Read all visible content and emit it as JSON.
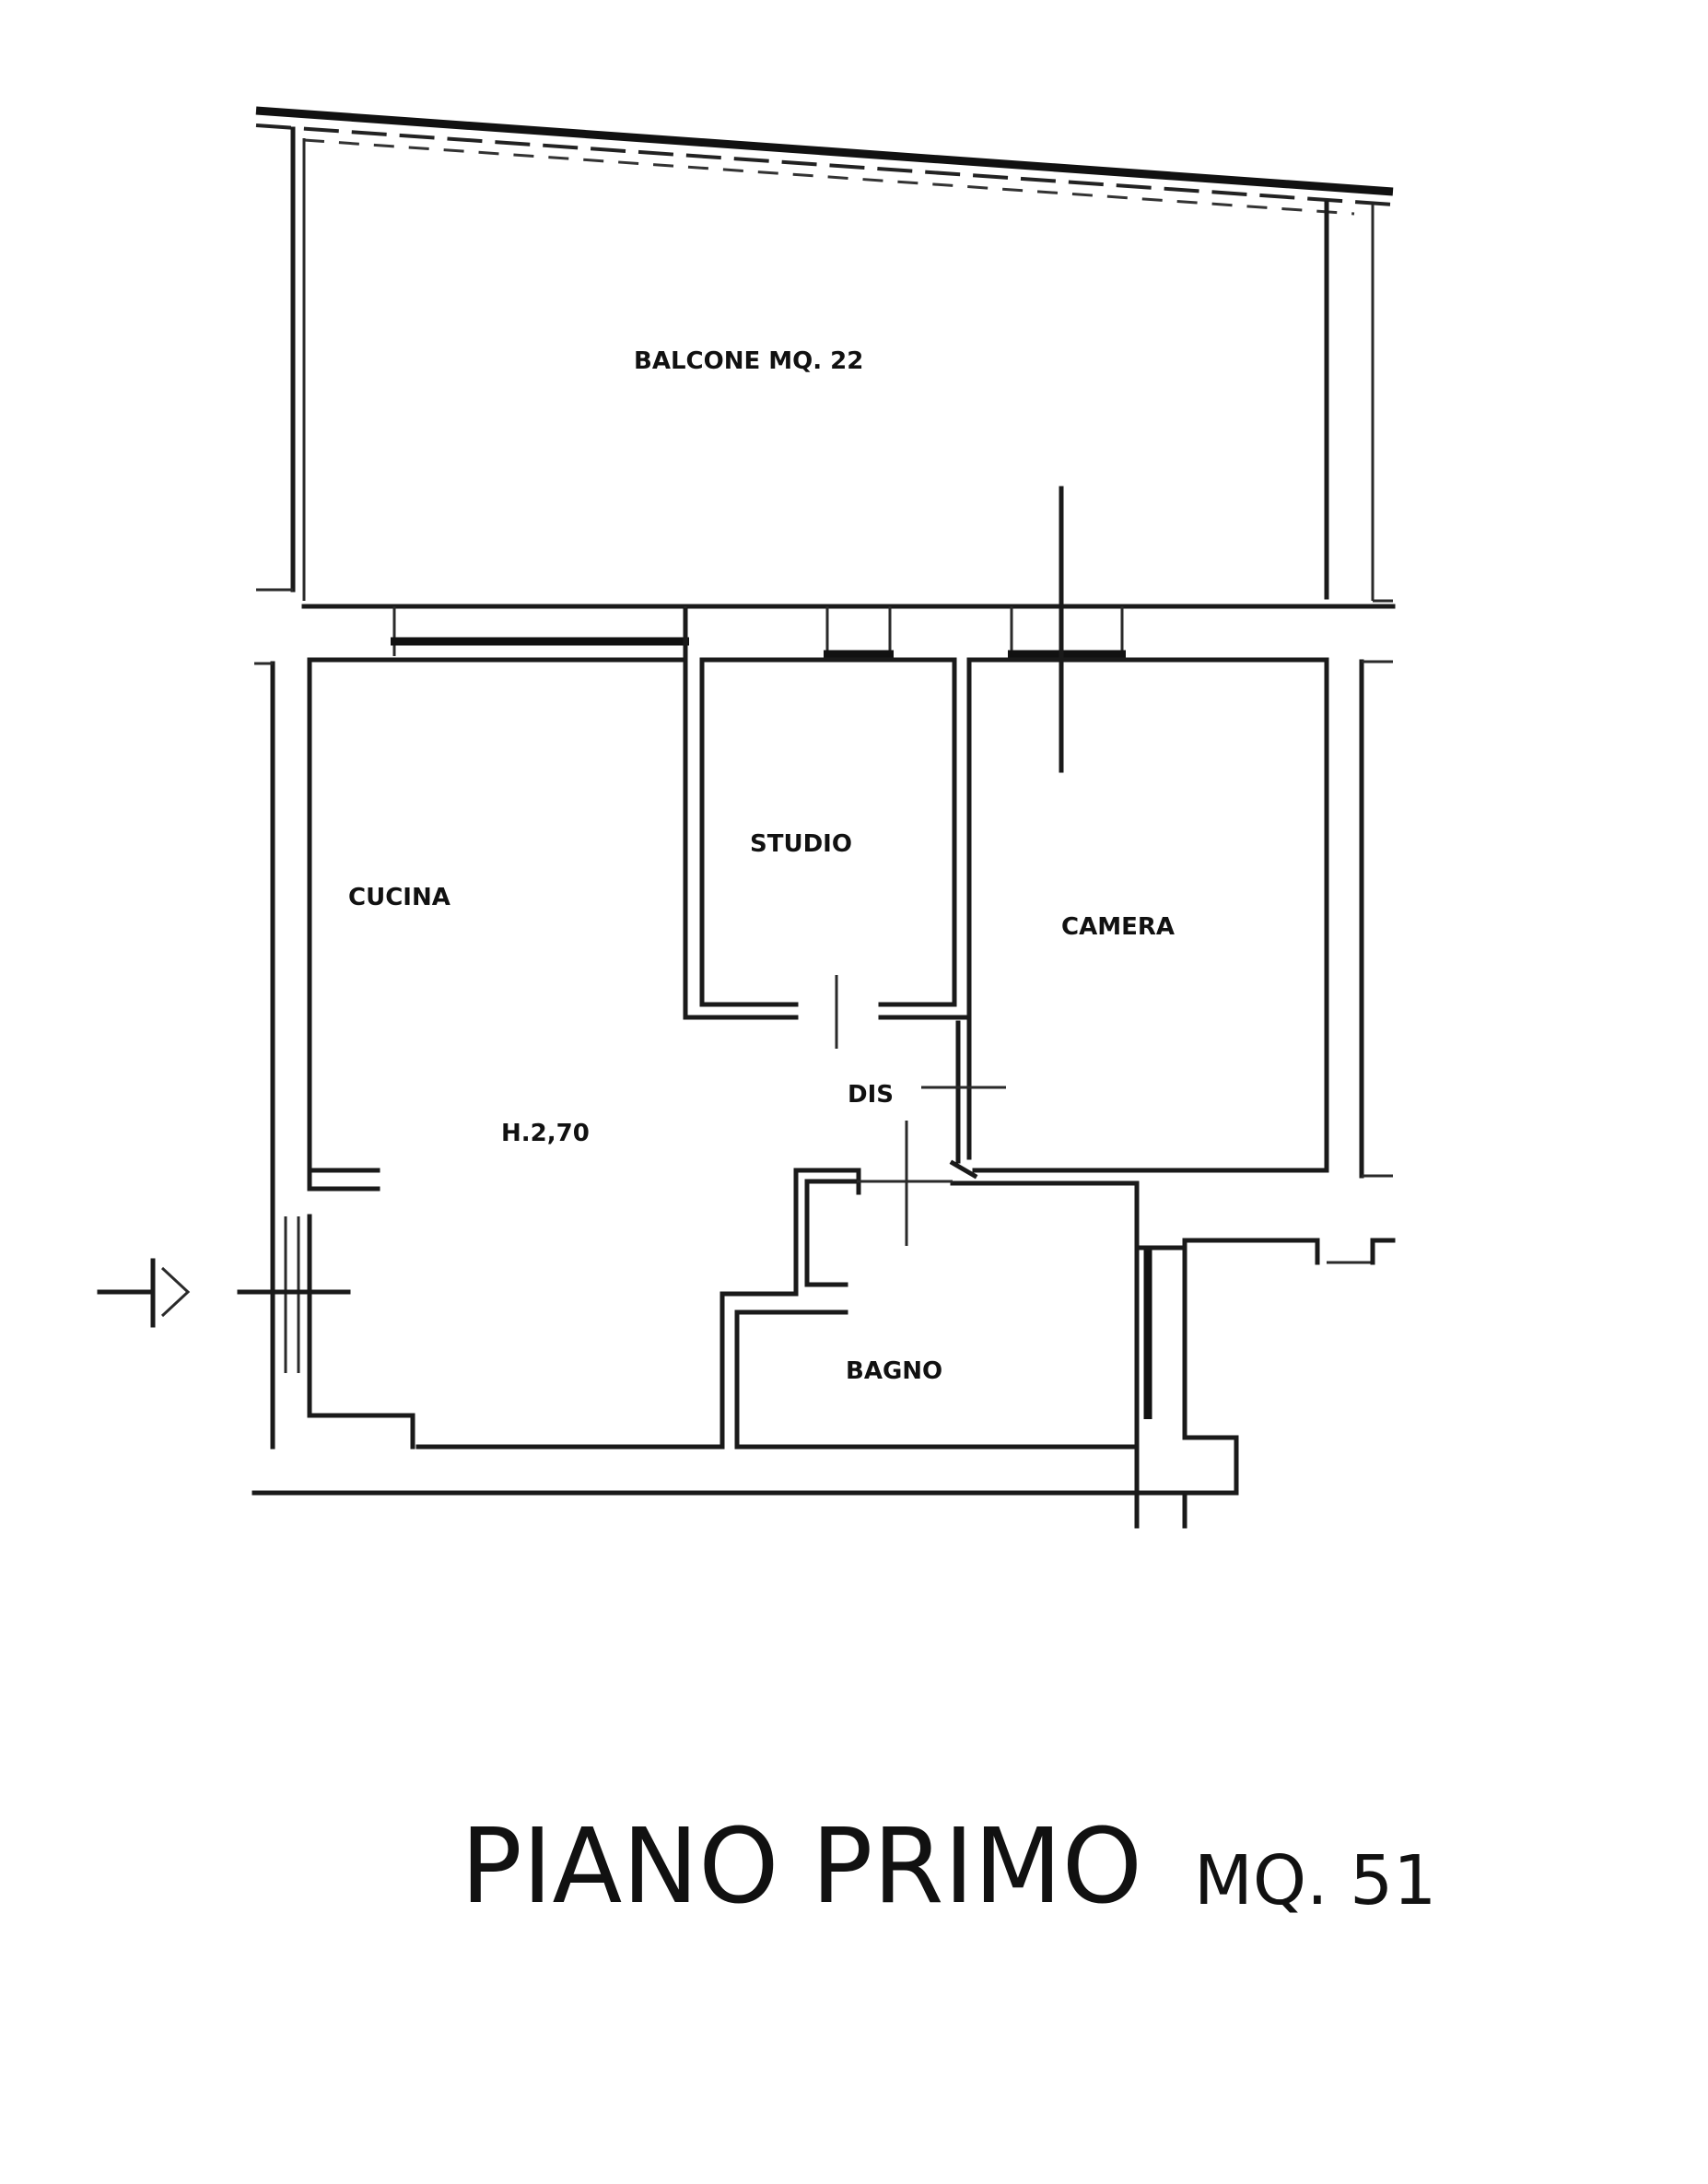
{
  "rooms": {
    "balcone": "BALCONE MQ. 22",
    "cucina": "CUCINA",
    "studio": "STUDIO",
    "camera": "CAMERA",
    "dis": "DIS",
    "bagno": "BAGNO",
    "height": "H.2,70"
  },
  "title": {
    "floor": "PIANO PRIMO",
    "area": "MQ. 51"
  },
  "colors": {
    "ink": "#111111",
    "paper": "#ffffff"
  }
}
